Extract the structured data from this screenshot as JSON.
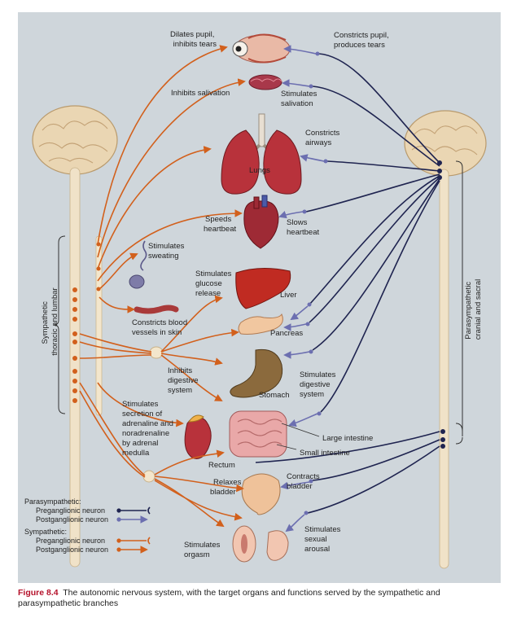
{
  "colors": {
    "panel": "#cfd6db",
    "sympathetic": "#d2601c",
    "parasympathetic_pre": "#1f2450",
    "parasympathetic_post": "#6c6fb0",
    "caption_label": "#b5122b"
  },
  "labels": {
    "dilates_pupil": [
      "Dilates pupil,",
      "inhibits tears"
    ],
    "constricts_pupil": [
      "Constricts pupil,",
      "produces tears"
    ],
    "inhibits_salivation": "Inhibits salivation",
    "stimulates_salivation": [
      "Stimulates",
      "salivation"
    ],
    "constricts_airways": [
      "Constricts",
      "airways"
    ],
    "lungs": "Lungs",
    "speeds_heartbeat": [
      "Speeds",
      "heartbeat"
    ],
    "slows_heartbeat": [
      "Slows",
      "heartbeat"
    ],
    "stimulates_sweating": [
      "Stimulates",
      "sweating"
    ],
    "stimulates_glucose": [
      "Stimulates",
      "glucose",
      "release"
    ],
    "liver": "Liver",
    "constricts_vessels": [
      "Constricts blood",
      "vessels in skin"
    ],
    "pancreas": "Pancreas",
    "inhibits_digestive": [
      "Inhibits",
      "digestive",
      "system"
    ],
    "stomach": "Stomach",
    "stimulates_digestive": [
      "Stimulates",
      "digestive",
      "system"
    ],
    "adrenal": [
      "Stimulates",
      "secretion of",
      "adrenaline and",
      "noradrenaline",
      "by adrenal",
      "medulla"
    ],
    "large_intestine": "Large intestine",
    "small_intestine": "Small intestine",
    "rectum": "Rectum",
    "relaxes_bladder": [
      "Relaxes",
      "bladder"
    ],
    "contracts_bladder": [
      "Contracts",
      "bladder"
    ],
    "stimulates_orgasm": [
      "Stimulates",
      "orgasm"
    ],
    "stimulates_arousal": [
      "Stimulates",
      "sexual",
      "arousal"
    ],
    "sympathetic_side": [
      "Sympathetic",
      "thoracic and lumbar"
    ],
    "parasympathetic_side": [
      "Parasympathetic",
      "cranial and sacral"
    ]
  },
  "legend": {
    "parasympathetic_title": "Parasympathetic:",
    "para_pre": "Preganglionic neuron",
    "para_post": "Postganglionic neuron",
    "sympathetic_title": "Sympathetic:",
    "symp_pre": "Preganglionic neuron",
    "symp_post": "Postganglionic neuron"
  },
  "caption": {
    "figure_label": "Figure 8.4",
    "text": "The autonomic nervous system, with the target organs and functions served by the sympathetic and parasympathetic branches"
  }
}
